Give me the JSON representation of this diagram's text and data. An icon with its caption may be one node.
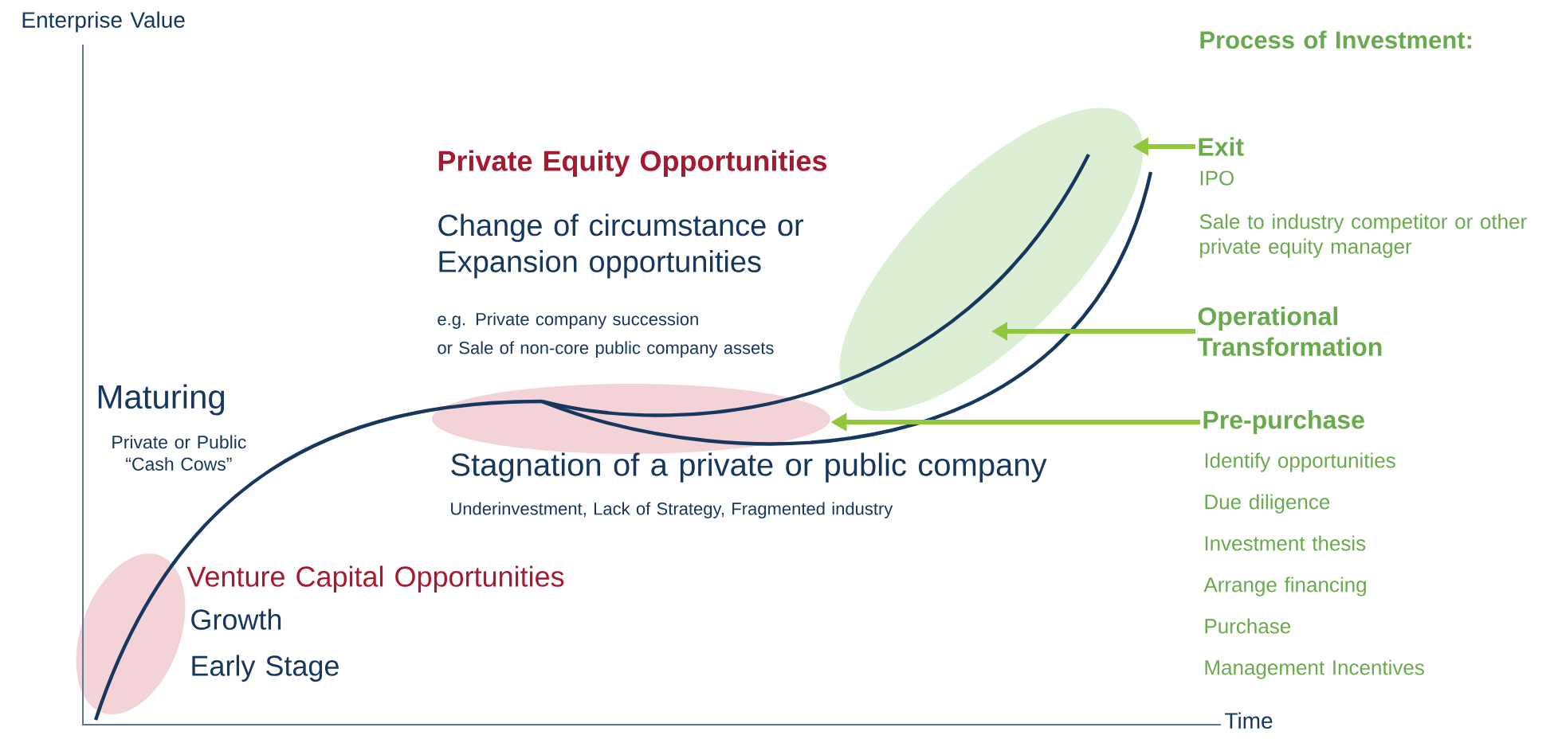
{
  "diagram": {
    "nodes": [
      {
        "text": [],
        "shape": "ellipse"
      },
      {
        "text": [],
        "shape": "ellipse"
      },
      {
        "text": [],
        "shape": "ellipse"
      },
      {
        "text": [
          "Exit"
        ]
      },
      {
        "text": [
          "Operational Transformation"
        ]
      },
      {
        "text": [
          "Pre-purchase"
        ]
      }
    ],
    "edges": [
      {
        "from": 3,
        "to": 2,
        "arrow": "to"
      },
      {
        "from": 4,
        "to": 2,
        "arrow": "to"
      },
      {
        "from": 5,
        "to": 1,
        "arrow": "to"
      }
    ],
    "labels": [
      "Enterprise Value",
      "Private Equity Opportunities",
      "Change of circumstance or Expansion opportunities",
      "e.g. Private company succession",
      "or Sale of non-core public company assets",
      "Maturing",
      "Private or Public “Cash Cows”",
      "Stagnation of a private or public company",
      "Underinvestment, Lack of Strategy, Fragmented industry",
      "Venture Capital Opportunities",
      "Growth",
      "Early Stage",
      "Time",
      "Process of Investment:",
      "IPO",
      "Sale to industry competitor or other private equity manager",
      "Identify opportunities",
      "Due diligence",
      "Investment thesis",
      "Arrange financing",
      "Purchase",
      "Management Incentives"
    ]
  }
}
